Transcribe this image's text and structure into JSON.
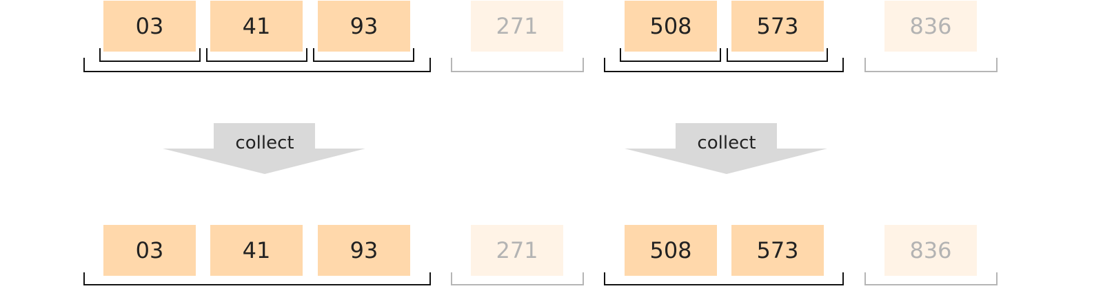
{
  "top_row": [
    {
      "label": "03",
      "state": "active"
    },
    {
      "label": "41",
      "state": "active"
    },
    {
      "label": "93",
      "state": "active"
    },
    {
      "label": "271",
      "state": "faded"
    },
    {
      "label": "508",
      "state": "active"
    },
    {
      "label": "573",
      "state": "active"
    },
    {
      "label": "836",
      "state": "faded"
    }
  ],
  "bottom_row": [
    {
      "label": "03",
      "state": "active"
    },
    {
      "label": "41",
      "state": "active"
    },
    {
      "label": "93",
      "state": "active"
    },
    {
      "label": "271",
      "state": "faded"
    },
    {
      "label": "508",
      "state": "active"
    },
    {
      "label": "573",
      "state": "active"
    },
    {
      "label": "836",
      "state": "faded"
    }
  ],
  "arrows": [
    {
      "label": "collect"
    },
    {
      "label": "collect"
    }
  ],
  "colors": {
    "active_fill": "#ffd8ab",
    "faded_fill": "#fff3e6",
    "active_text": "#222222",
    "faded_text": "#b3b3b3",
    "bracket_dark": "#111111",
    "bracket_light": "#b5b5b5",
    "arrow_fill": "#d9d9d9"
  }
}
